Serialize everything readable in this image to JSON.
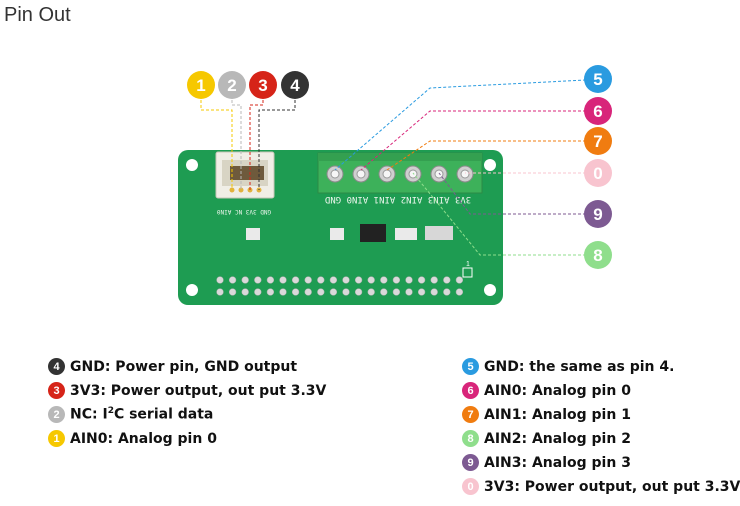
{
  "page": {
    "title": "Pin Out"
  },
  "colors": {
    "pin1": "#f6c800",
    "pin2": "#b8b8b8",
    "pin3": "#d62418",
    "pin4": "#333333",
    "pin5": "#2a9be0",
    "pin6": "#d8257a",
    "pin7": "#f07c10",
    "pin8": "#8fde8c",
    "pin9": "#7d5a92",
    "pin0": "#f8c4cf",
    "board": "#1e9c52",
    "terminal": "#3db15a"
  },
  "badges": {
    "top": [
      {
        "num": "1",
        "color": "#f6c800"
      },
      {
        "num": "2",
        "color": "#b8b8b8"
      },
      {
        "num": "3",
        "color": "#d62418"
      },
      {
        "num": "4",
        "color": "#333333"
      }
    ],
    "right": [
      {
        "num": "5",
        "color": "#2a9be0"
      },
      {
        "num": "6",
        "color": "#d8257a"
      },
      {
        "num": "7",
        "color": "#f07c10"
      },
      {
        "num": "0",
        "color": "#f8c4cf"
      },
      {
        "num": "9",
        "color": "#7d5a92"
      },
      {
        "num": "8",
        "color": "#8fde8c"
      }
    ]
  },
  "board": {
    "terminal_labels": "3V3 AIN3 AIN2 AIN1 AIN0 GND",
    "connector_labels": "GND 3V3 NC AIN0",
    "header_mark": "1"
  },
  "legend_left": [
    {
      "num": "4",
      "color": "#333333",
      "label": "GND: Power pin, GND output"
    },
    {
      "num": "3",
      "color": "#d62418",
      "label": "3V3: Power output, out put 3.3V"
    },
    {
      "num": "2",
      "color": "#b8b8b8",
      "label_pre": "NC: I",
      "label_sup": "2",
      "label_post": "C serial data"
    },
    {
      "num": "1",
      "color": "#f6c800",
      "label": "AIN0: Analog pin 0"
    }
  ],
  "legend_right": [
    {
      "num": "5",
      "color": "#2a9be0",
      "label": "GND: the same as pin 4."
    },
    {
      "num": "6",
      "color": "#d8257a",
      "label": "AIN0: Analog pin 0"
    },
    {
      "num": "7",
      "color": "#f07c10",
      "label": "AIN1: Analog pin 1"
    },
    {
      "num": "8",
      "color": "#8fde8c",
      "label": "AIN2: Analog pin 2"
    },
    {
      "num": "9",
      "color": "#7d5a92",
      "label": "AIN3: Analog pin 3"
    },
    {
      "num": "0",
      "color": "#f8c4cf",
      "label": "3V3: Power output, out put 3.3V"
    }
  ]
}
